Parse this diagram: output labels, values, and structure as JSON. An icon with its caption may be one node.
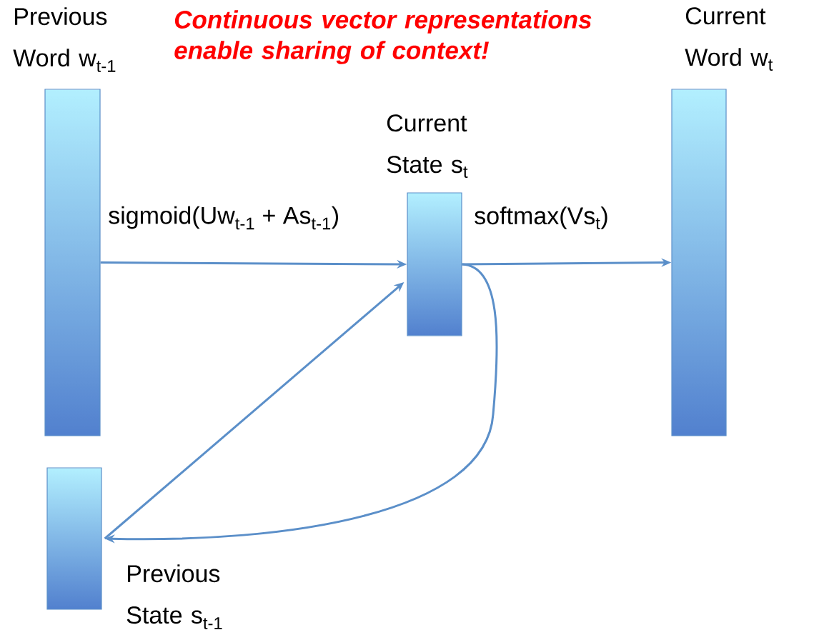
{
  "diagram": {
    "title": "Continuous vector representations enable sharing of context!",
    "nodes": [
      {
        "text": [
          "Previous Word w$_{t-1}$"
        ]
      },
      {
        "text": [
          "Current State s$_{t}$"
        ]
      },
      {
        "text": [
          "Current Word w$_{t}$"
        ]
      },
      {
        "text": [
          "Previous State s$_{t-1}$"
        ]
      }
    ],
    "edges": [
      {
        "from": 0,
        "to": 1,
        "arrow": "to",
        "label": "sigmoid(Uw$_{t-1}$ + As$_{t-1}$)"
      },
      {
        "from": 1,
        "to": 2,
        "arrow": "to",
        "label": "softmax(Vs$_{t}$)"
      },
      {
        "from": 1,
        "to": 3,
        "arrow": "to"
      },
      {
        "from": 3,
        "to": 1,
        "arrow": "to"
      }
    ]
  }
}
